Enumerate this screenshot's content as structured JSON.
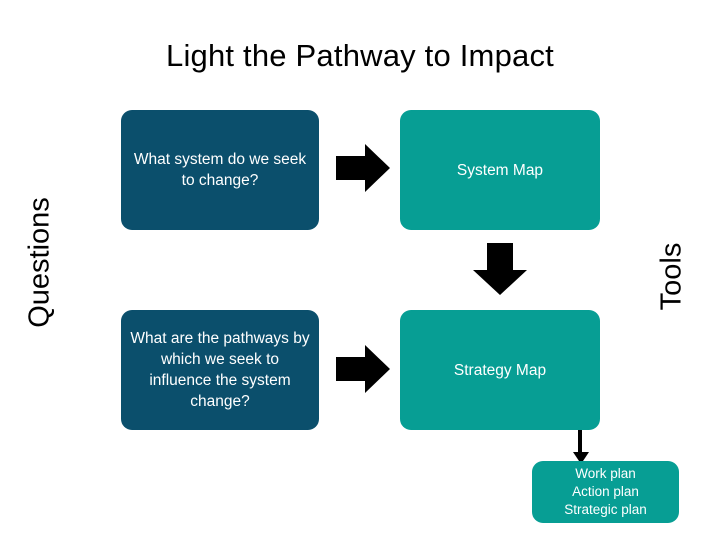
{
  "slide": {
    "title": "Light the Pathway to Impact",
    "background_color": "#ffffff"
  },
  "axis_labels": {
    "left": "Questions",
    "right": "Tools"
  },
  "colors": {
    "question_box": "#0b4f6c",
    "tool_box": "#079e94",
    "arrow": "#000000",
    "box_text": "#ffffff",
    "title_text": "#000000"
  },
  "columns": [
    {
      "key": "questions",
      "label": "Questions"
    },
    {
      "key": "tools",
      "label": "Tools"
    }
  ],
  "rows": [
    {
      "question": "What system do we seek to change?",
      "tool": "System Map"
    },
    {
      "question": "What are the pathways by which we seek to influence the system change?",
      "tool": "Strategy Map"
    }
  ],
  "outputs": {
    "lines": [
      "Work plan",
      "Action plan",
      "Strategic plan"
    ]
  },
  "arrows": [
    {
      "name": "arrow-right-question1-to-system-map",
      "direction": "right",
      "style": "block"
    },
    {
      "name": "arrow-down-system-map-to-question2",
      "direction": "down",
      "style": "block"
    },
    {
      "name": "arrow-right-question2-to-strategy-map",
      "direction": "right",
      "style": "block"
    },
    {
      "name": "arrow-down-strategy-map-to-plans",
      "direction": "down",
      "style": "thin"
    }
  ]
}
